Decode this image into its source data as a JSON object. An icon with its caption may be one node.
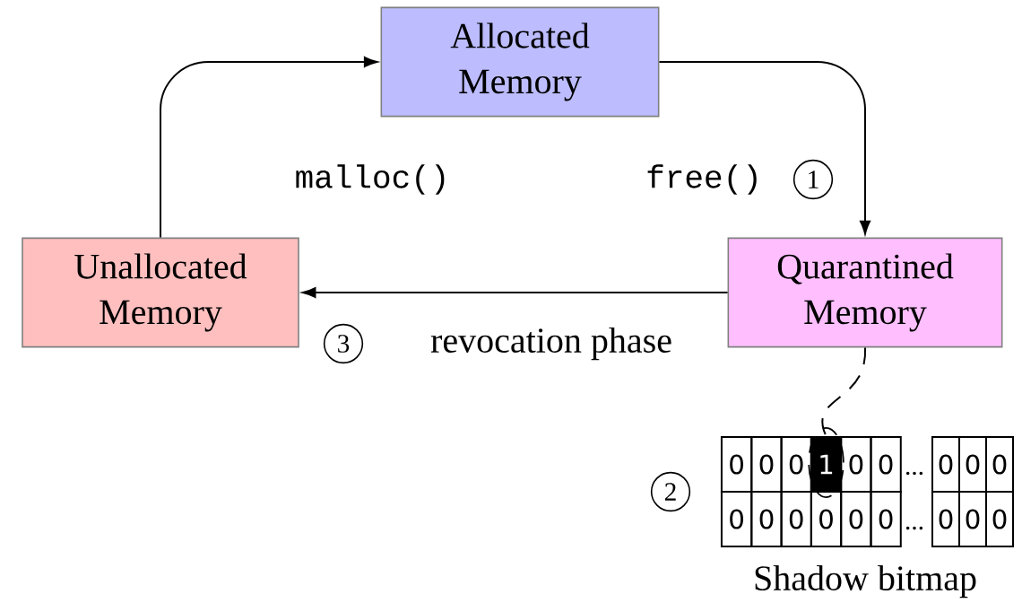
{
  "diagram": {
    "nodes": [
      {
        "text": [
          "Allocated Memory"
        ]
      },
      {
        "text": [
          "Unallocated Memory"
        ]
      },
      {
        "text": [
          "Quarantined Memory"
        ]
      },
      {
        "text": [
          "1"
        ]
      }
    ],
    "edges": [
      {
        "from": 1,
        "to": 0,
        "arrow": "to",
        "label": "malloc()"
      },
      {
        "from": 0,
        "to": 2,
        "arrow": "to",
        "label": "free()"
      },
      {
        "from": 2,
        "to": 1,
        "arrow": "to",
        "label": "revocation phase"
      },
      {
        "from": 2,
        "to": 3,
        "arrow": "none",
        "style": "dashed"
      }
    ],
    "labels": [
      "1",
      "3",
      "2",
      "0",
      "0",
      "0",
      "0",
      "0",
      "...",
      "0",
      "0",
      "0",
      "0",
      "0",
      "0",
      "0",
      "0",
      "0",
      "...",
      "0",
      "0",
      "0",
      "Shadow bitmap"
    ]
  }
}
